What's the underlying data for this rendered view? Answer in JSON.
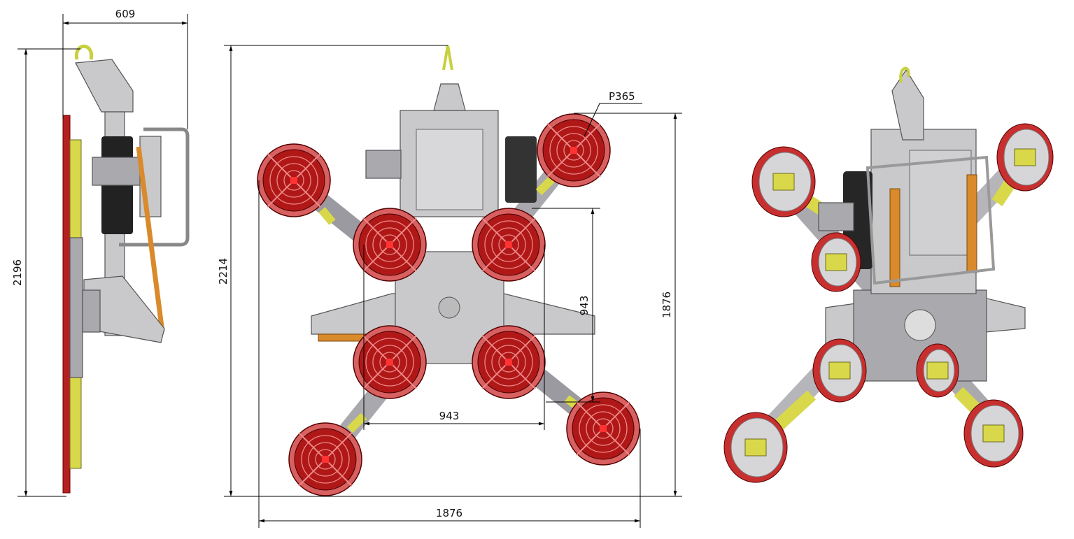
{
  "dimensions": {
    "side_width": "609",
    "side_height": "2196",
    "front_height": "2214",
    "cup_radius": "P365",
    "cup_spacing_vertical": "943",
    "cup_spacing_horizontal": "943",
    "outer_height": "1876",
    "outer_width": "1876"
  },
  "colors": {
    "cup": "#b01818",
    "cup_rim": "#d86060",
    "steel": "#c9c9cc",
    "arm": "#d8d84a",
    "cylinder": "#d98a2b"
  }
}
